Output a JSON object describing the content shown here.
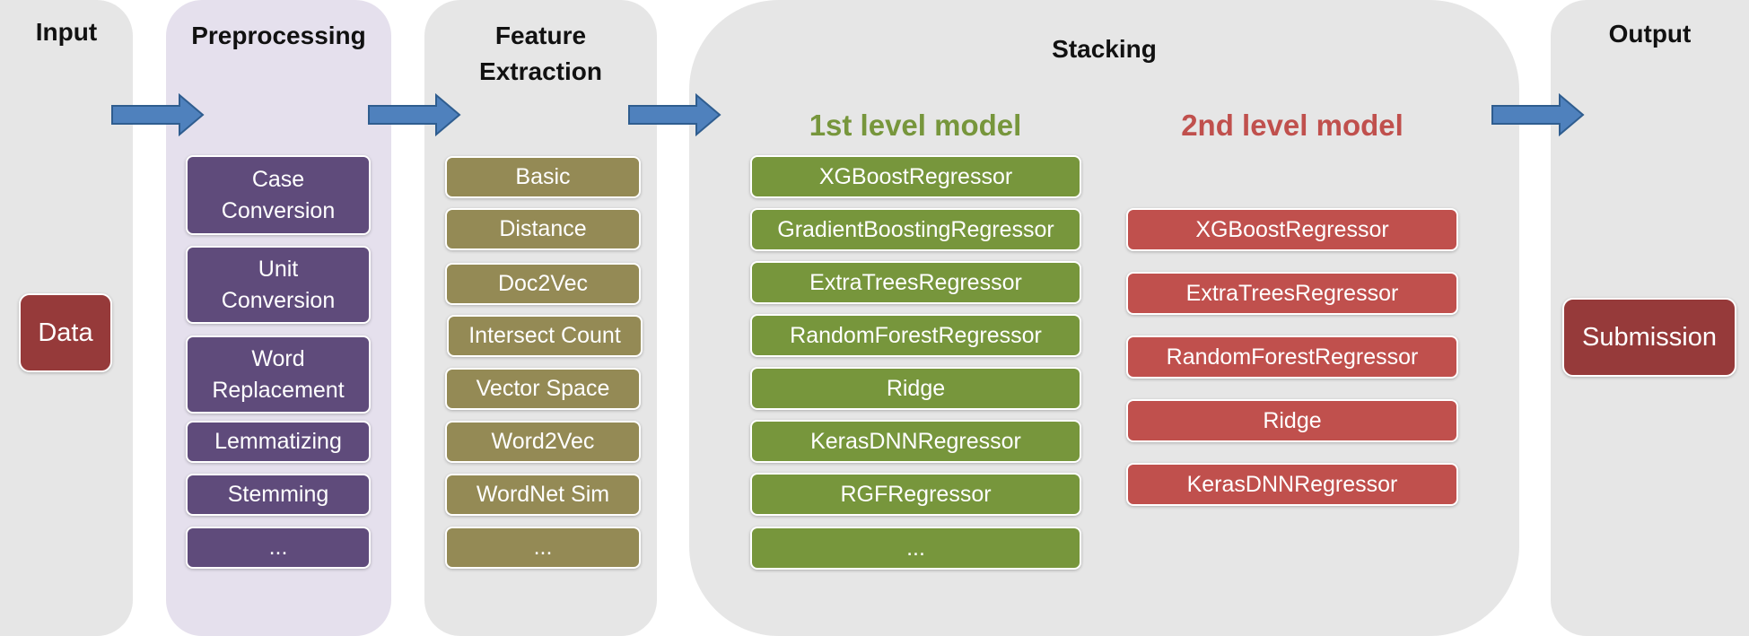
{
  "colors": {
    "preprocessing": "#5f4b7b",
    "feature": "#948a55",
    "level1": "#77963c",
    "level2": "#c0504d",
    "io": "#963a3a",
    "arrow": "#4f81bd"
  },
  "input": {
    "title": "Input",
    "box": "Data"
  },
  "preprocessing": {
    "title": "Preprocessing",
    "items": [
      "Case Conversion",
      "Unit Conversion",
      "Word Replacement",
      "Lemmatizing",
      "Stemming",
      "..."
    ]
  },
  "feature": {
    "title_line1": "Feature",
    "title_line2": "Extraction",
    "items": [
      "Basic",
      "Distance",
      "Doc2Vec",
      "Intersect Count",
      "Vector Space",
      "Word2Vec",
      "WordNet Sim",
      "..."
    ]
  },
  "stacking": {
    "title": "Stacking",
    "level1": {
      "title": "1st level model",
      "items": [
        "XGBoostRegressor",
        "GradientBoostingRegressor",
        "ExtraTreesRegressor",
        "RandomForestRegressor",
        "Ridge",
        "KerasDNNRegressor",
        "RGFRegressor",
        "..."
      ]
    },
    "level2": {
      "title": "2nd level model",
      "items": [
        "XGBoostRegressor",
        "ExtraTreesRegressor",
        "RandomForestRegressor",
        "Ridge",
        "KerasDNNRegressor"
      ]
    }
  },
  "output": {
    "title": "Output",
    "box": "Submission"
  }
}
